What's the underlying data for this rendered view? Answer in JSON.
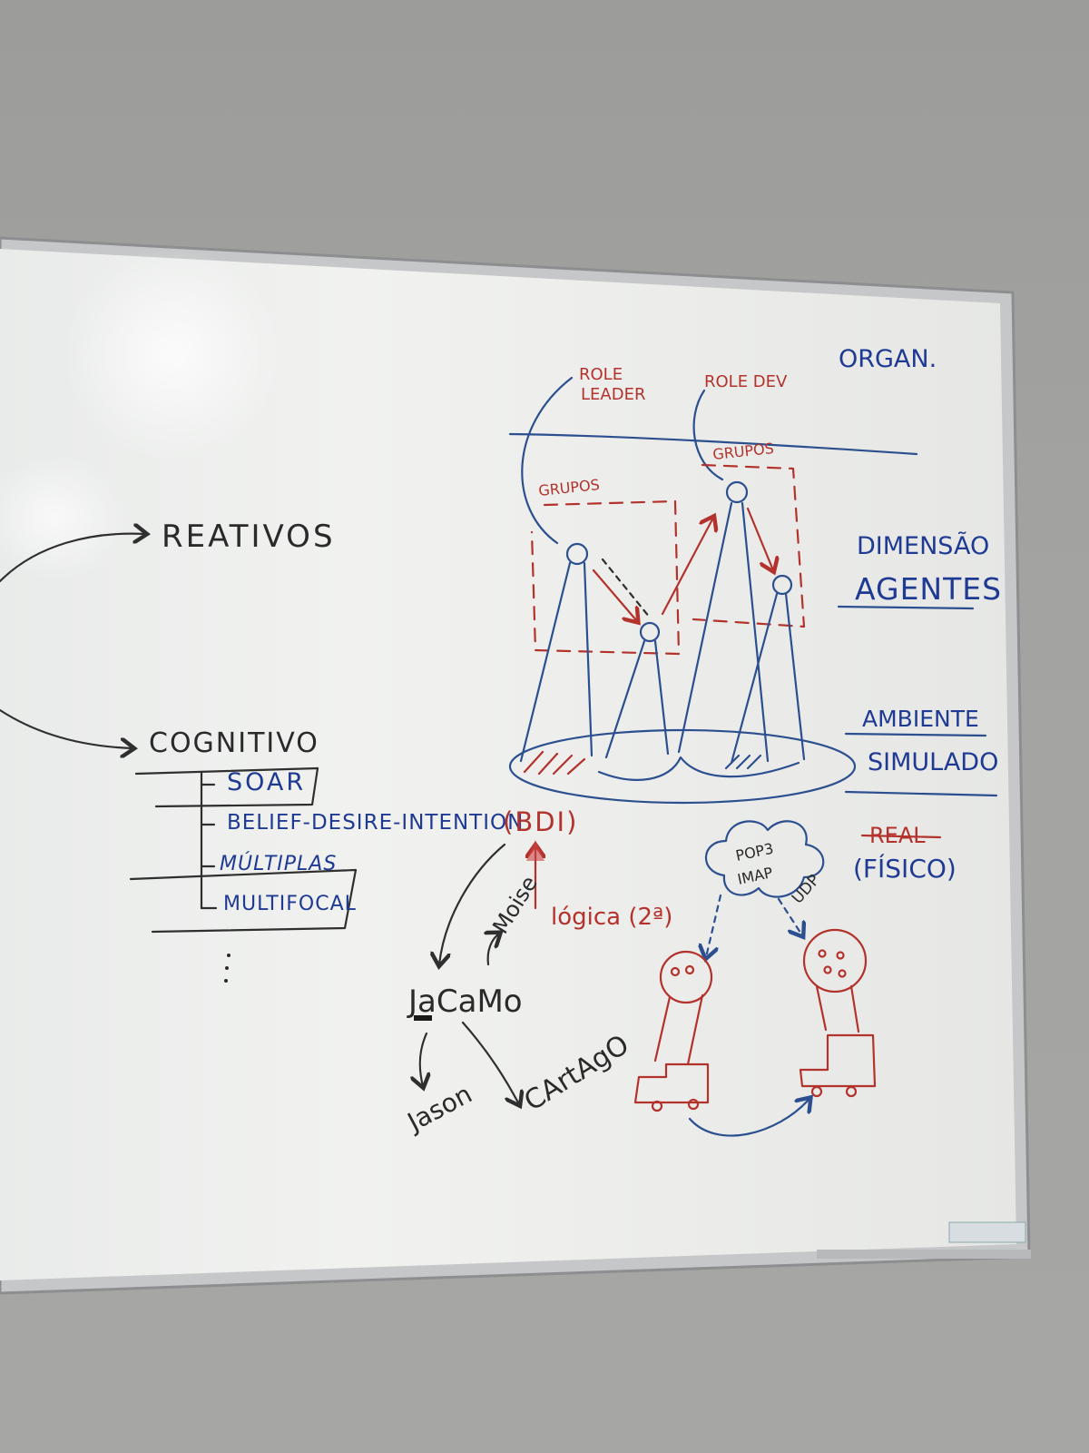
{
  "board": {
    "left_tree": {
      "reativos": "REATIVOS",
      "cognitivo": "COGNITIVO",
      "items": [
        "SOAR",
        "BELIEF-DESIRE-INTENTION",
        "MÚLTIPLAS",
        "MULTIFOCAL"
      ],
      "bdi_abbrev": "(BDI)"
    },
    "jacamo": {
      "root": "JaCaMo",
      "moise": "Moise",
      "logica": "lógica (2ª)",
      "jason": "Jason",
      "cartago": "CArtAgO"
    },
    "dimensions": {
      "organ": "ORGAN.",
      "dimensao": "DIMENSÃO",
      "agentes": "AGENTES",
      "ambiente": "AMBIENTE",
      "simulado": "SIMULADO",
      "real": "REAL",
      "fisico": "(FÍSICO)"
    },
    "diagram": {
      "role_leader": [
        "ROLE",
        "LEADER"
      ],
      "role_dev": "ROLE DEV",
      "grupos_left": "GRUPOS",
      "grupos_right": "GRUPOS"
    },
    "network": {
      "cloud": [
        "POP3",
        "IMAP"
      ],
      "udp": "UDP"
    }
  },
  "colors": {
    "marker_black": "#2a2a2a",
    "marker_blue": "#1f3a93",
    "marker_red": "#b3322c",
    "board": "#f3f4f1",
    "wall": "#a2a2a0",
    "frame": "#c9cacb"
  }
}
